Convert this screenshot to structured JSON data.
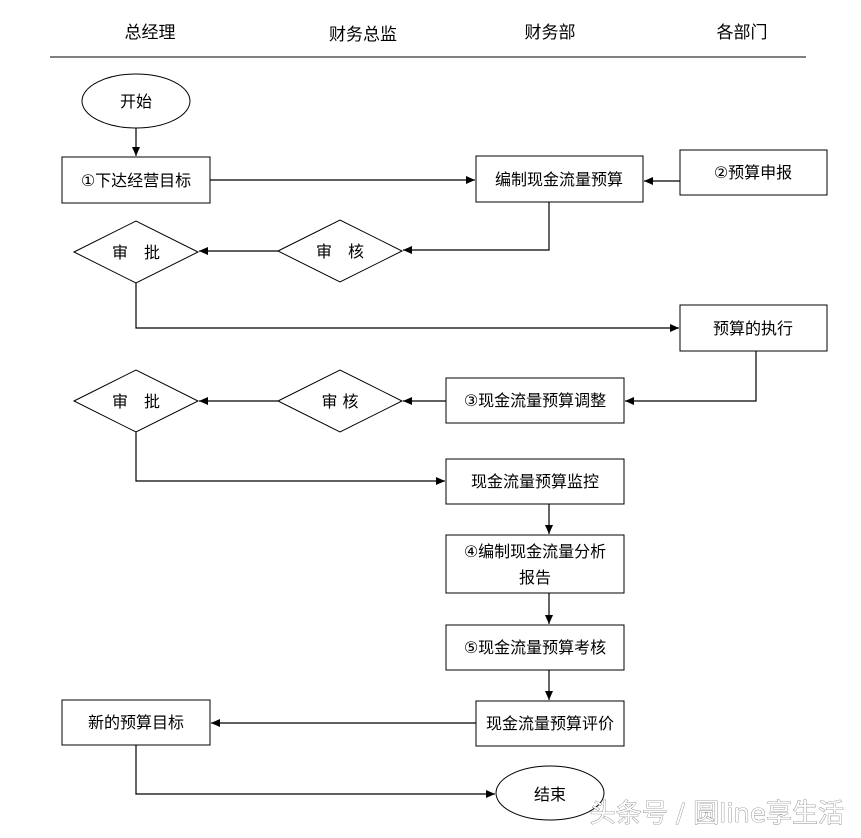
{
  "lanes": [
    "总经理",
    "财务总监",
    "财务部",
    "各部门"
  ],
  "nodes": {
    "start": "开始",
    "issue_target": "①下达经营目标",
    "compile_budget": "编制现金流量预算",
    "dept_report": "②预算申报",
    "approve_1": "审　批",
    "review_1": "审　核",
    "execute": "预算的执行",
    "approve_2": "审　批",
    "review_2": "审  核",
    "adjust": "③现金流量预算调整",
    "monitor": "现金流量预算监控",
    "analysis_line1": "④编制现金流量分析",
    "analysis_line2": "报告",
    "assess": "⑤现金流量预算考核",
    "new_target": "新的预算目标",
    "evaluate": "现金流量预算评价",
    "end": "结束"
  },
  "watermark": "头条号 / 圆line享生活"
}
